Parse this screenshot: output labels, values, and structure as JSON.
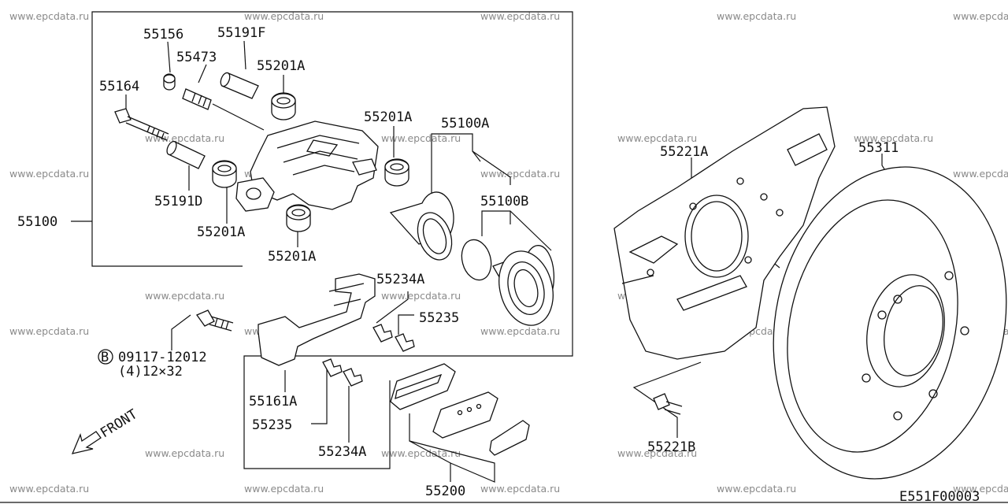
{
  "watermark": "www.epcdata.ru",
  "figure_code": "E551F00003",
  "front_label": "FRONT",
  "callouts": {
    "p55156": "55156",
    "p55191F": "55191F",
    "p55473": "55473",
    "p55201A_1": "55201A",
    "p55164": "55164",
    "p55201A_2": "55201A",
    "p55100A": "55100A",
    "p55191D": "55191D",
    "p55100B": "55100B",
    "p55201A_3": "55201A",
    "p55100": "55100",
    "p55201A_4": "55201A",
    "p55234A_1": "55234A",
    "p55235_1": "55235",
    "p09117": "09117-12012",
    "p09117_qty": "(4)12×32",
    "p09117_mark": "B",
    "p55161A": "55161A",
    "p55235_2": "55235",
    "p55234A_2": "55234A",
    "p55200": "55200",
    "p55221A": "55221A",
    "p55311": "55311",
    "p55221B": "55221B"
  }
}
